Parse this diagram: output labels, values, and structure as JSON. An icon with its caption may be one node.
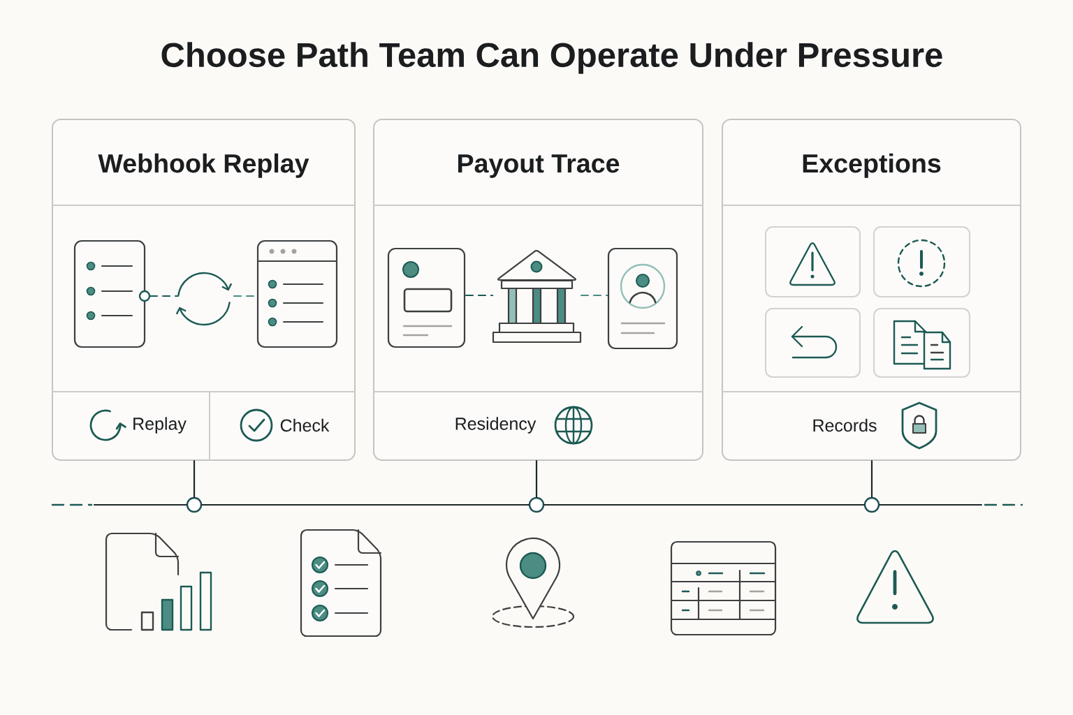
{
  "diagram": {
    "title": "Choose Path Team Can Operate Under Pressure",
    "nodes": [
      {
        "text": [
          "Webhook Replay",
          "Replay",
          "Check"
        ]
      },
      {
        "text": [
          "Payout Trace",
          "Residency"
        ]
      },
      {
        "text": [
          "Exceptions",
          "Records"
        ]
      },
      {
        "text": [],
        "shape": "circle"
      },
      {
        "text": [],
        "shape": "circle"
      },
      {
        "text": [],
        "shape": "circle"
      }
    ],
    "edges": [
      {
        "from": 0,
        "to": 3,
        "arrow": "none"
      },
      {
        "from": 1,
        "to": 4,
        "arrow": "none"
      },
      {
        "from": 2,
        "to": 5,
        "arrow": "none"
      },
      {
        "from": 3,
        "to": 4,
        "arrow": "none"
      },
      {
        "from": 4,
        "to": 5,
        "arrow": "none"
      },
      {
        "from": null,
        "to": 3,
        "arrow": "none"
      },
      {
        "from": 5,
        "to": null,
        "arrow": "none"
      }
    ]
  }
}
